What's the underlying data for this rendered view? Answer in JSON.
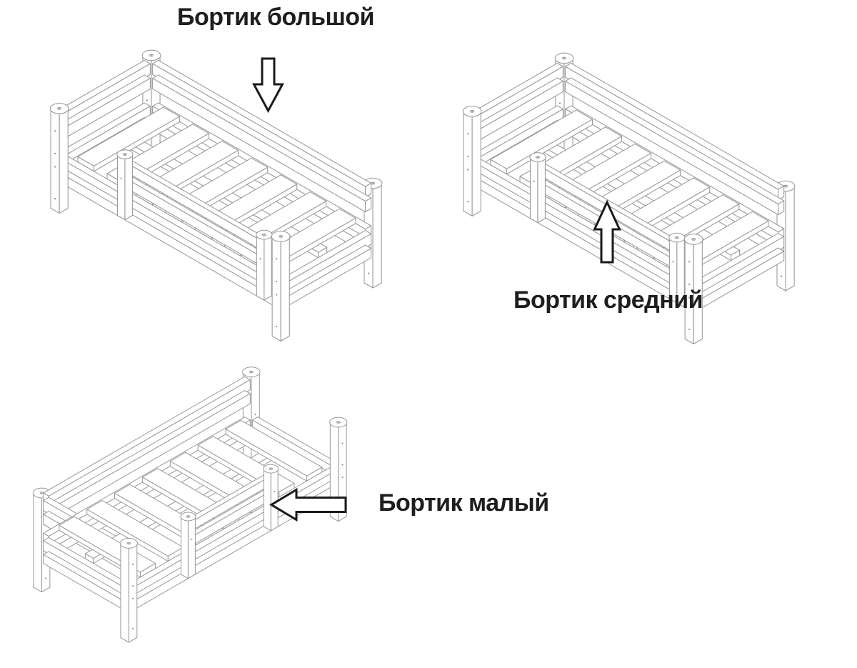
{
  "diagram": {
    "items": [
      {
        "id": "large",
        "label": "Бортик большой",
        "arrow_direction": "down"
      },
      {
        "id": "medium",
        "label": "Бортик средний",
        "arrow_direction": "up"
      },
      {
        "id": "small",
        "label": "Бортик малый",
        "arrow_direction": "left"
      }
    ],
    "colors": {
      "background": "#ffffff",
      "line": "#9a9a9a",
      "hole": "#8d8d8d",
      "arrow": "#1a1a1a",
      "text": "#1e1e1e"
    }
  }
}
